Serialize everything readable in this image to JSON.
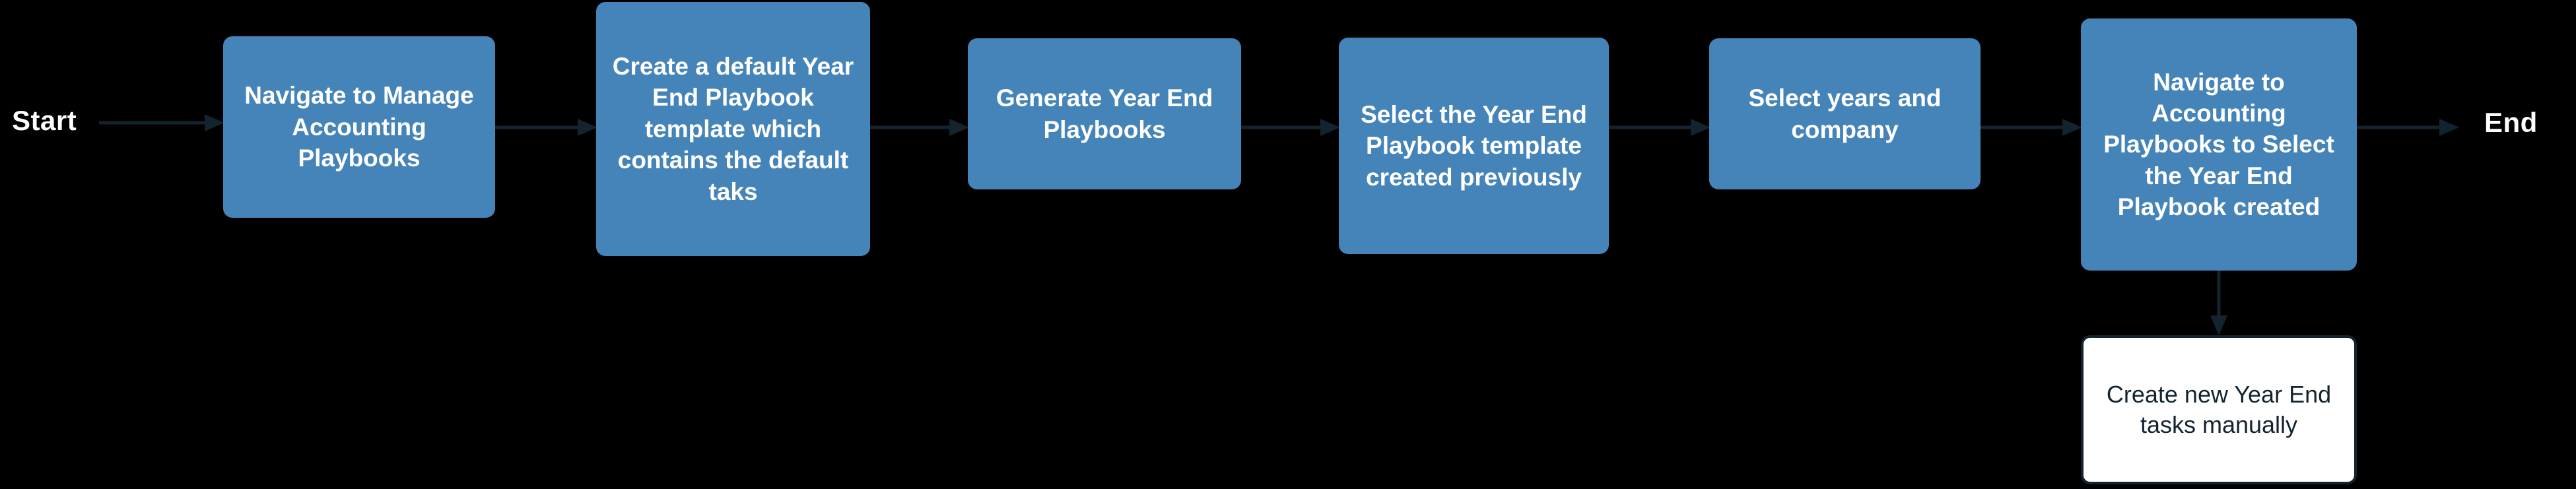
{
  "diagram": {
    "type": "flowchart",
    "orientation": "left-to-right",
    "background_color": "#000000",
    "node_fill_color": "#4584b8",
    "node_text_color": "#ffffff",
    "manual_node_fill_color": "#ffffff",
    "manual_node_text_color": "#14242e",
    "edge_color": "#14242e",
    "terminator_text_color": "#ffffff",
    "start_label": "Start",
    "end_label": "End",
    "nodes": [
      {
        "id": "n1",
        "label": "Navigate to Manage Accounting Playbooks",
        "kind": "process"
      },
      {
        "id": "n2",
        "label": "Create a default Year End Playbook template which contains the default taks",
        "kind": "process"
      },
      {
        "id": "n3",
        "label": "Generate Year End Playbooks",
        "kind": "process"
      },
      {
        "id": "n4",
        "label": "Select the Year End Playbook template created previously",
        "kind": "process"
      },
      {
        "id": "n5",
        "label": "Select years and company",
        "kind": "process"
      },
      {
        "id": "n6",
        "label": "Navigate to Accounting Playbooks to Select the Year End Playbook created",
        "kind": "process"
      },
      {
        "id": "n7",
        "label": "Create new Year End tasks manually",
        "kind": "manual"
      }
    ],
    "edges": [
      {
        "from": "Start",
        "to": "n1",
        "direction": "right"
      },
      {
        "from": "n1",
        "to": "n2",
        "direction": "right"
      },
      {
        "from": "n2",
        "to": "n3",
        "direction": "right"
      },
      {
        "from": "n3",
        "to": "n4",
        "direction": "right"
      },
      {
        "from": "n4",
        "to": "n5",
        "direction": "right"
      },
      {
        "from": "n5",
        "to": "n6",
        "direction": "right"
      },
      {
        "from": "n6",
        "to": "End",
        "direction": "right"
      },
      {
        "from": "n6",
        "to": "n7",
        "direction": "down"
      }
    ]
  }
}
